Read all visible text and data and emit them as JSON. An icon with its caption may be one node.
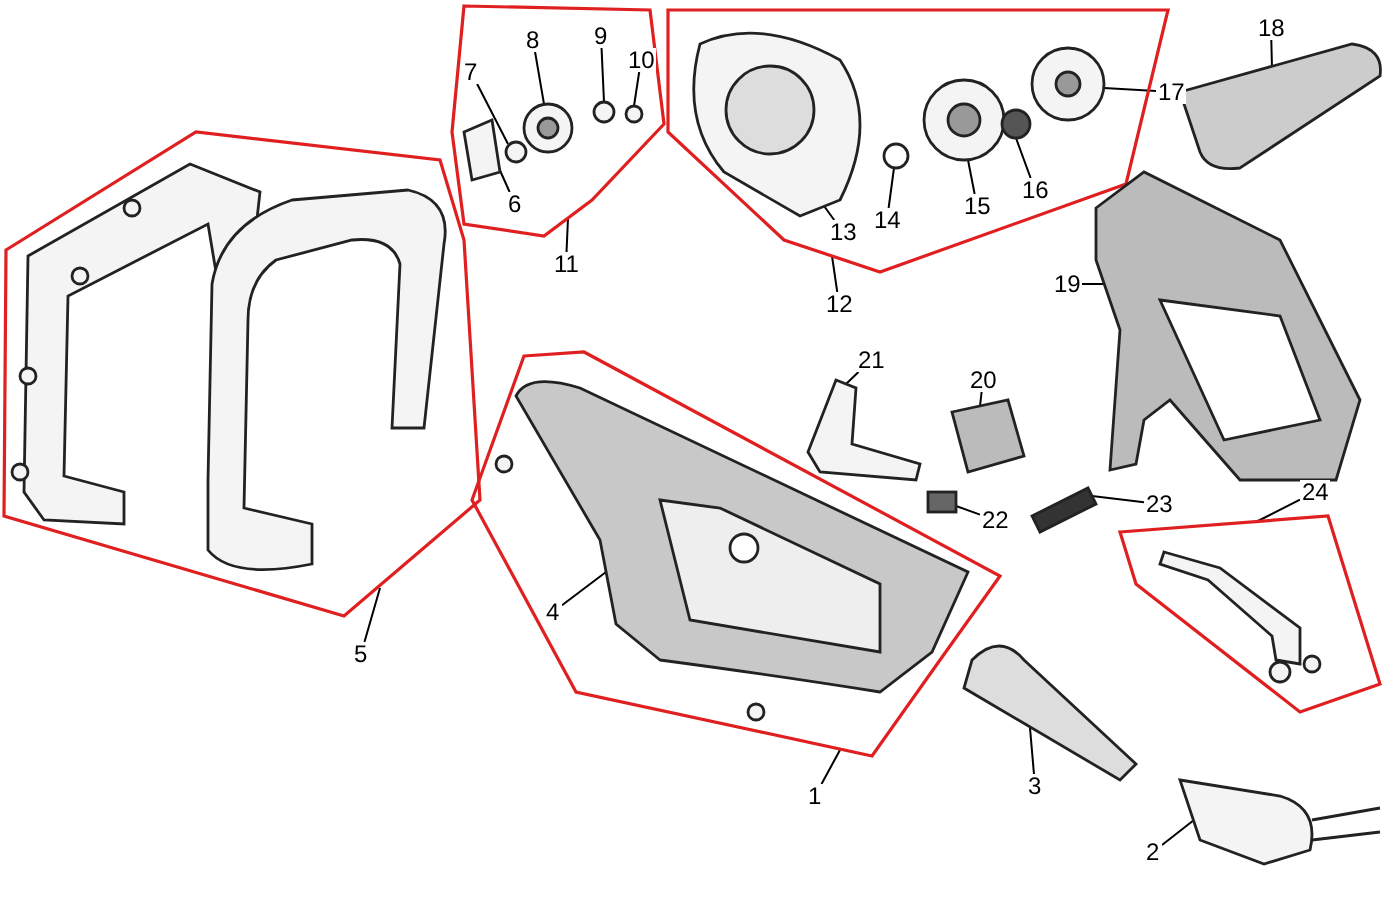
{
  "diagram": {
    "nodes": [
      {
        "text": [],
        "shape": "polygon"
      },
      {
        "text": [],
        "shape": "polygon"
      },
      {
        "text": [],
        "shape": "polygon"
      },
      {
        "text": [],
        "shape": "polygon"
      },
      {
        "text": [],
        "shape": "polygon"
      },
      {
        "text": [
          "1"
        ]
      },
      {
        "text": [
          "2"
        ]
      },
      {
        "text": [
          "3"
        ]
      },
      {
        "text": [
          "4"
        ],
        "in": 3
      },
      {
        "text": [
          "5"
        ]
      },
      {
        "text": [
          "6"
        ],
        "in": 1
      },
      {
        "text": [
          "7"
        ],
        "in": 1
      },
      {
        "text": [
          "8"
        ],
        "in": 1
      },
      {
        "text": [
          "9"
        ],
        "in": 1
      },
      {
        "text": [
          "10"
        ],
        "in": 1
      },
      {
        "text": [
          "11"
        ]
      },
      {
        "text": [
          "12"
        ]
      },
      {
        "text": [
          "13"
        ],
        "in": 2
      },
      {
        "text": [
          "14"
        ],
        "in": 2
      },
      {
        "text": [
          "15"
        ],
        "in": 2
      },
      {
        "text": [
          "16"
        ],
        "in": 2
      },
      {
        "text": [
          "17"
        ]
      },
      {
        "text": [
          "18"
        ]
      },
      {
        "text": [
          "19"
        ]
      },
      {
        "text": [
          "20"
        ]
      },
      {
        "text": [
          "21"
        ]
      },
      {
        "text": [
          "22"
        ]
      },
      {
        "text": [
          "23"
        ]
      },
      {
        "text": [
          "24"
        ]
      },
      {
        "text": [],
        "shape": "picture",
        "in": 1
      },
      {
        "text": [],
        "shape": "circle",
        "in": 1
      },
      {
        "text": [],
        "shape": "picture",
        "in": 1
      },
      {
        "text": [],
        "shape": "circle",
        "in": 1
      },
      {
        "text": [],
        "shape": "circle",
        "in": 1
      },
      {
        "text": [],
        "shape": "picture",
        "in": 2
      },
      {
        "text": [],
        "shape": "circle",
        "in": 2
      },
      {
        "text": [],
        "shape": "picture",
        "in": 2
      },
      {
        "text": [],
        "shape": "circle",
        "in": 2
      },
      {
        "text": [],
        "shape": "picture",
        "in": 2
      },
      {
        "text": [],
        "shape": "picture"
      },
      {
        "text": [],
        "shape": "picture"
      },
      {
        "text": [],
        "shape": "picture"
      },
      {
        "text": [],
        "shape": "picture"
      },
      {
        "text": [],
        "shape": "picture",
        "in": 3
      },
      {
        "text": [],
        "shape": "box"
      },
      {
        "text": [],
        "shape": "picture"
      },
      {
        "text": [],
        "shape": "picture"
      },
      {
        "text": [],
        "shape": "picture"
      }
    ],
    "edges": [
      {
        "from": 5,
        "to": 3,
        "arrow": "none"
      },
      {
        "from": 6,
        "to": 47,
        "arrow": "none"
      },
      {
        "from": 7,
        "to": 46,
        "arrow": "none"
      },
      {
        "from": 8,
        "to": 43,
        "arrow": "none"
      },
      {
        "from": 9,
        "to": 0,
        "arrow": "none"
      },
      {
        "from": 10,
        "to": 29,
        "arrow": "none"
      },
      {
        "from": 11,
        "to": 30,
        "arrow": "none"
      },
      {
        "from": 12,
        "to": 31,
        "arrow": "none"
      },
      {
        "from": 13,
        "to": 32,
        "arrow": "none"
      },
      {
        "from": 14,
        "to": 33,
        "arrow": "none"
      },
      {
        "from": 15,
        "to": 1,
        "arrow": "none"
      },
      {
        "from": 16,
        "to": 2,
        "arrow": "none"
      },
      {
        "from": 17,
        "to": 34,
        "arrow": "none"
      },
      {
        "from": 18,
        "to": 35,
        "arrow": "none"
      },
      {
        "from": 19,
        "to": 36,
        "arrow": "none"
      },
      {
        "from": 20,
        "to": 37,
        "arrow": "none"
      },
      {
        "from": 21,
        "to": 38,
        "arrow": "none"
      },
      {
        "from": 22,
        "to": 39,
        "arrow": "none"
      },
      {
        "from": 23,
        "to": 40,
        "arrow": "none"
      },
      {
        "from": 24,
        "to": 41,
        "arrow": "none"
      },
      {
        "from": 25,
        "to": 42,
        "arrow": "none"
      },
      {
        "from": 26,
        "to": 44,
        "arrow": "none"
      },
      {
        "from": 27,
        "to": 45,
        "arrow": "none"
      },
      {
        "from": 28,
        "to": 4,
        "arrow": "none"
      }
    ]
  }
}
